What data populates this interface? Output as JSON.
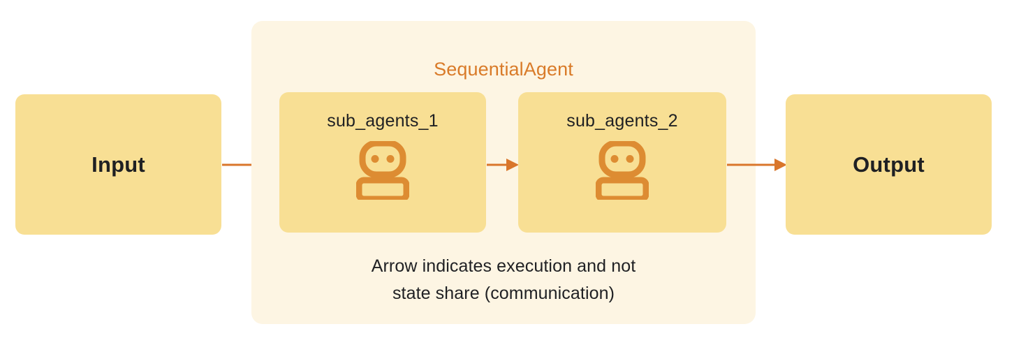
{
  "diagram": {
    "title": "SequentialAgent",
    "container": {
      "label": "SequentialAgent",
      "title_color": "#D97B29",
      "background_color": "#FDF5E3"
    },
    "nodes": [
      {
        "id": "input",
        "label": "Input",
        "type": "io",
        "bold": true
      },
      {
        "id": "sub_agents_1",
        "label": "sub_agents_1",
        "type": "subagent",
        "icon": "robot-icon"
      },
      {
        "id": "sub_agents_2",
        "label": "sub_agents_2",
        "type": "subagent",
        "icon": "robot-icon"
      },
      {
        "id": "output",
        "label": "Output",
        "type": "io",
        "bold": true
      }
    ],
    "edges": [
      {
        "from": "input",
        "to": "sub_agents_1",
        "style": "arrow"
      },
      {
        "from": "sub_agents_1",
        "to": "sub_agents_2",
        "style": "arrow"
      },
      {
        "from": "sub_agents_2",
        "to": "output",
        "style": "arrow"
      }
    ],
    "caption": {
      "line1": "Arrow indicates execution and not",
      "line2": "state share (communication)"
    },
    "colors": {
      "box_fill": "#F8DF94",
      "container_fill": "#FDF5E3",
      "accent_orange": "#D97B29",
      "icon_orange": "#DD8C32",
      "arrow_orange": "#D9762B",
      "text_dark": "#1f2023",
      "page_background": "#FFFFFF"
    }
  }
}
